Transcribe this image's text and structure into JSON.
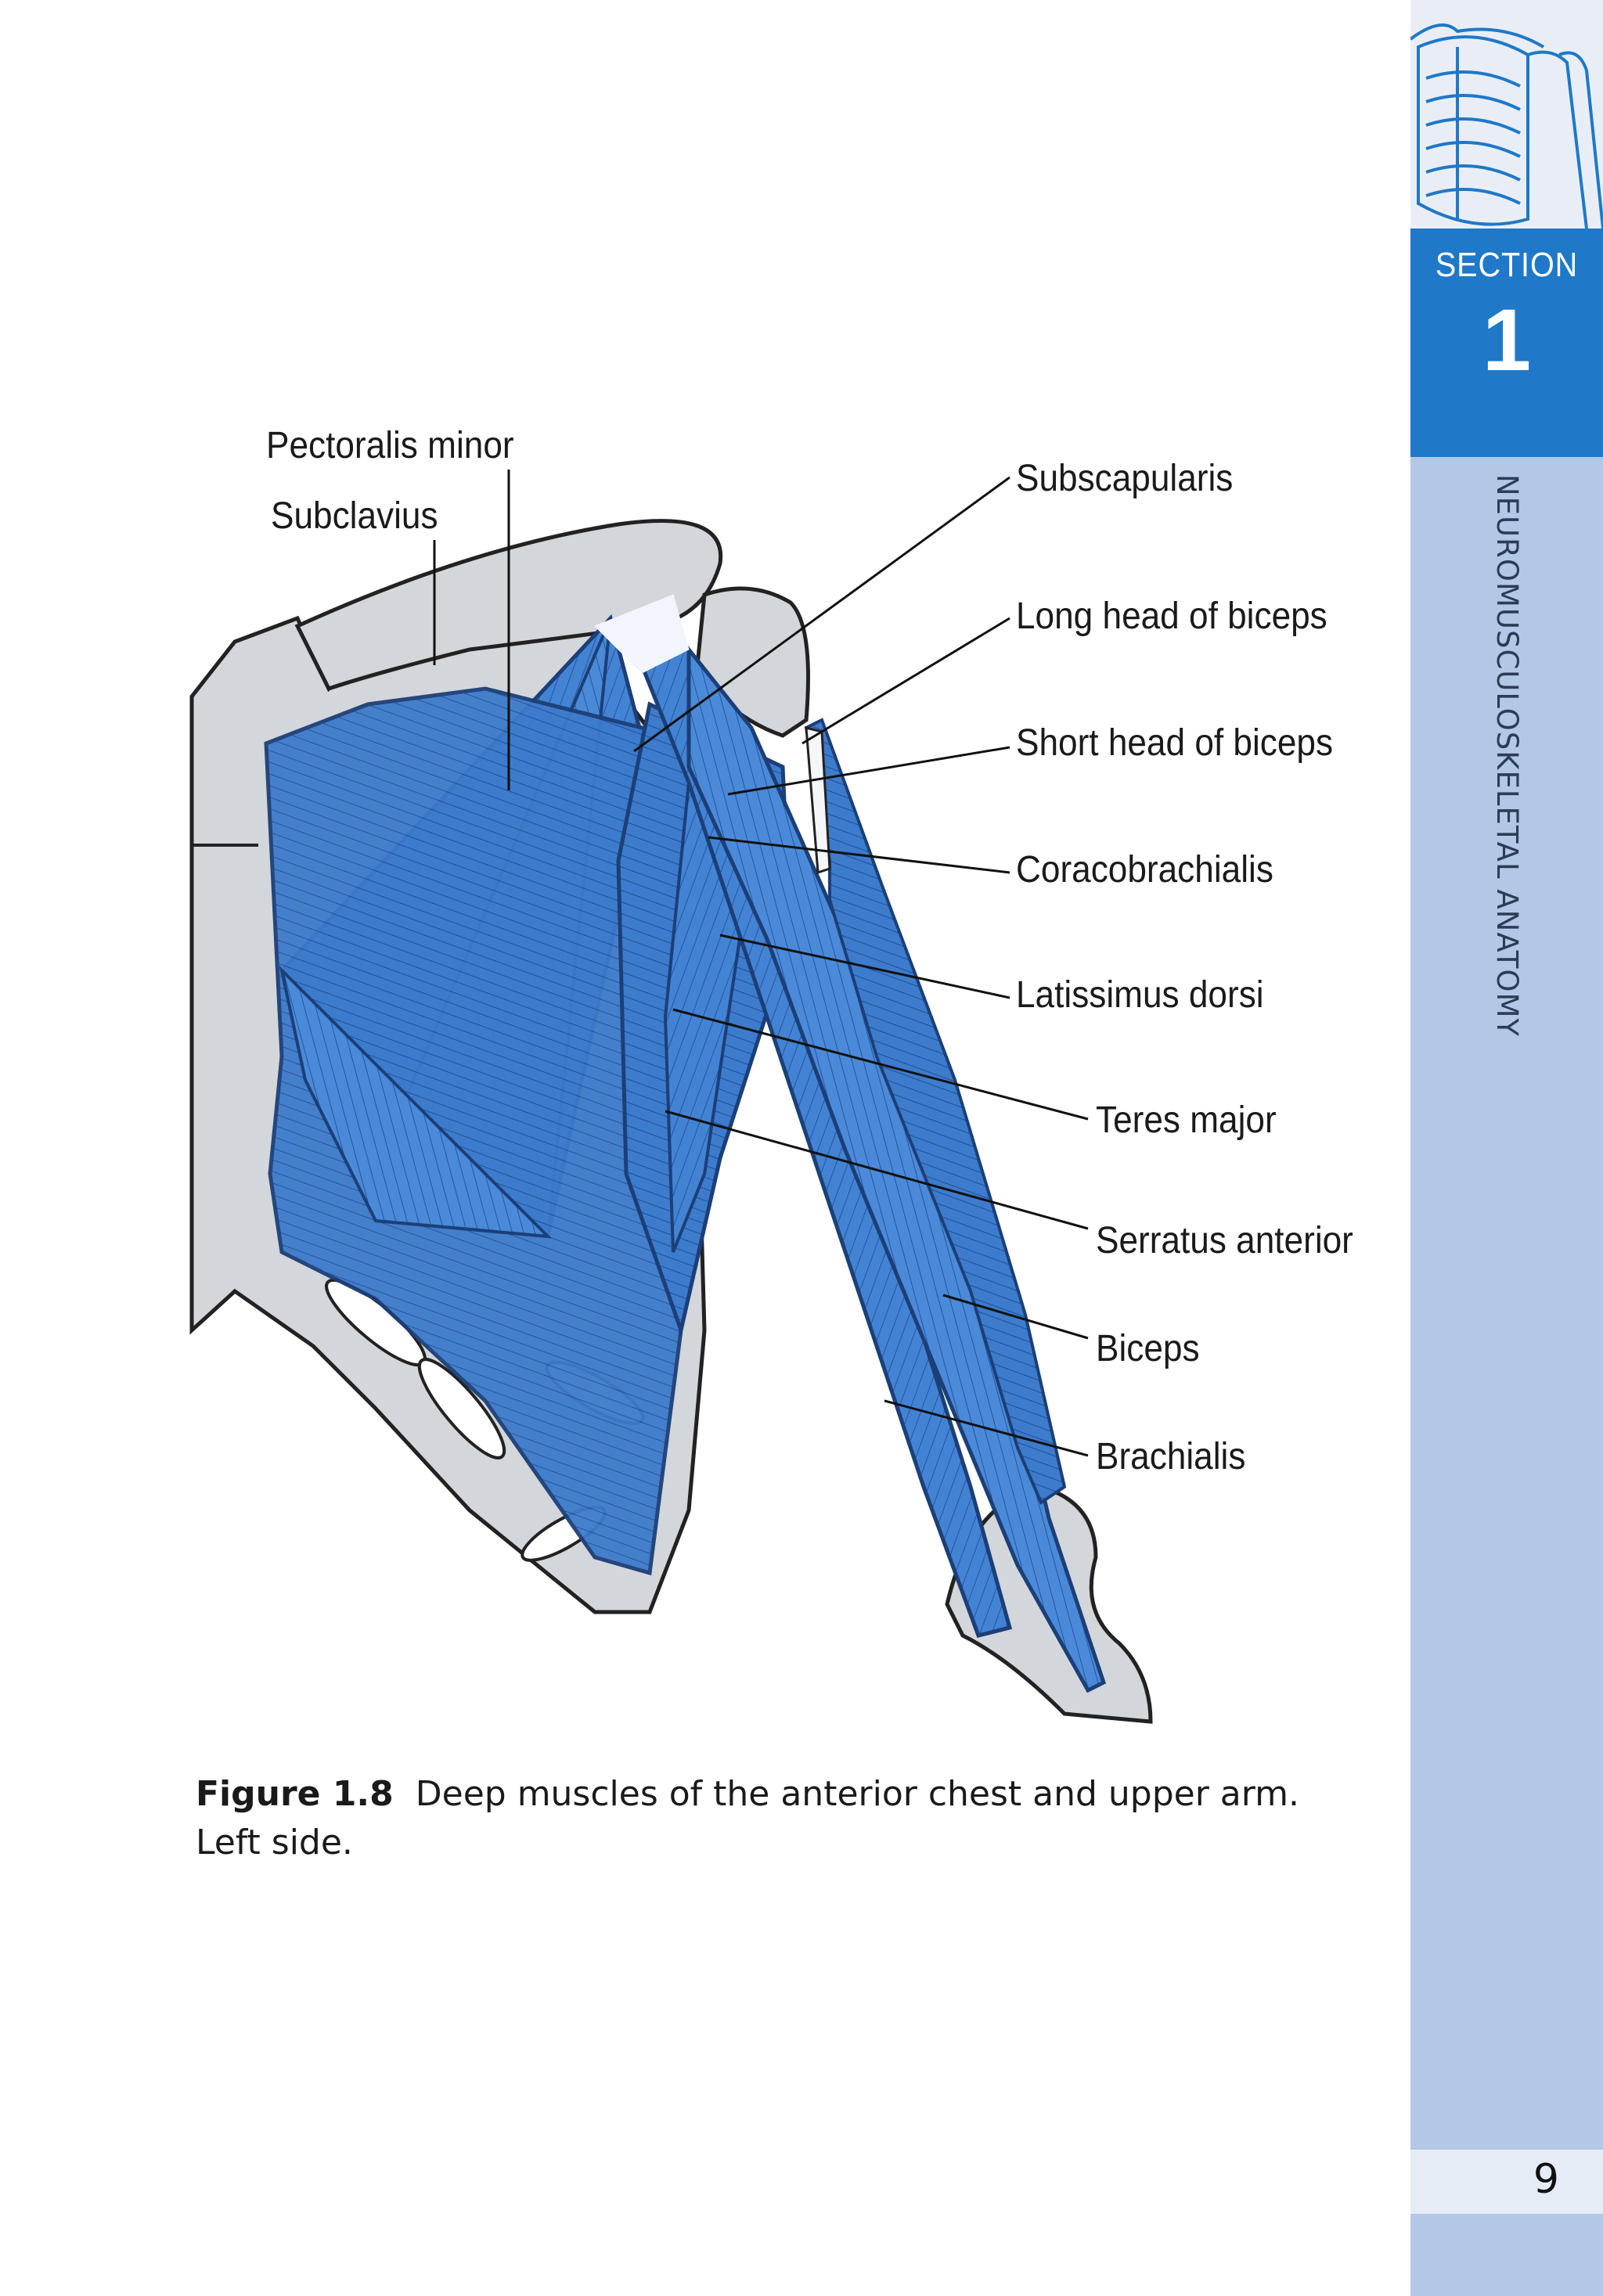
{
  "sidebar": {
    "section_label": "SECTION",
    "section_number": "1",
    "running_title": "NEUROMUSCULOSKELETAL ANATOMY",
    "page_number": "9",
    "icon": "skeleton-icon"
  },
  "figure": {
    "labels": {
      "pectoralis_minor": "Pectoralis minor",
      "subclavius": "Subclavius",
      "subscapularis": "Subscapularis",
      "long_head_biceps": "Long head of biceps",
      "short_head_biceps": "Short head of biceps",
      "coracobrachialis": "Coracobrachialis",
      "latissimus_dorsi": "Latissimus dorsi",
      "teres_major": "Teres major",
      "serratus_anterior": "Serratus anterior",
      "biceps": "Biceps",
      "brachialis": "Brachialis"
    },
    "caption_number": "Figure 1.8",
    "caption_text": "Deep muscles of the anterior chest and upper arm. Left side."
  },
  "colors": {
    "muscle": "#3f7fd0",
    "muscle_light": "#6aa0e0",
    "bone": "#d3d6da",
    "section_blue": "#1f78c8",
    "sidebar_blue": "#b3c8e6"
  }
}
